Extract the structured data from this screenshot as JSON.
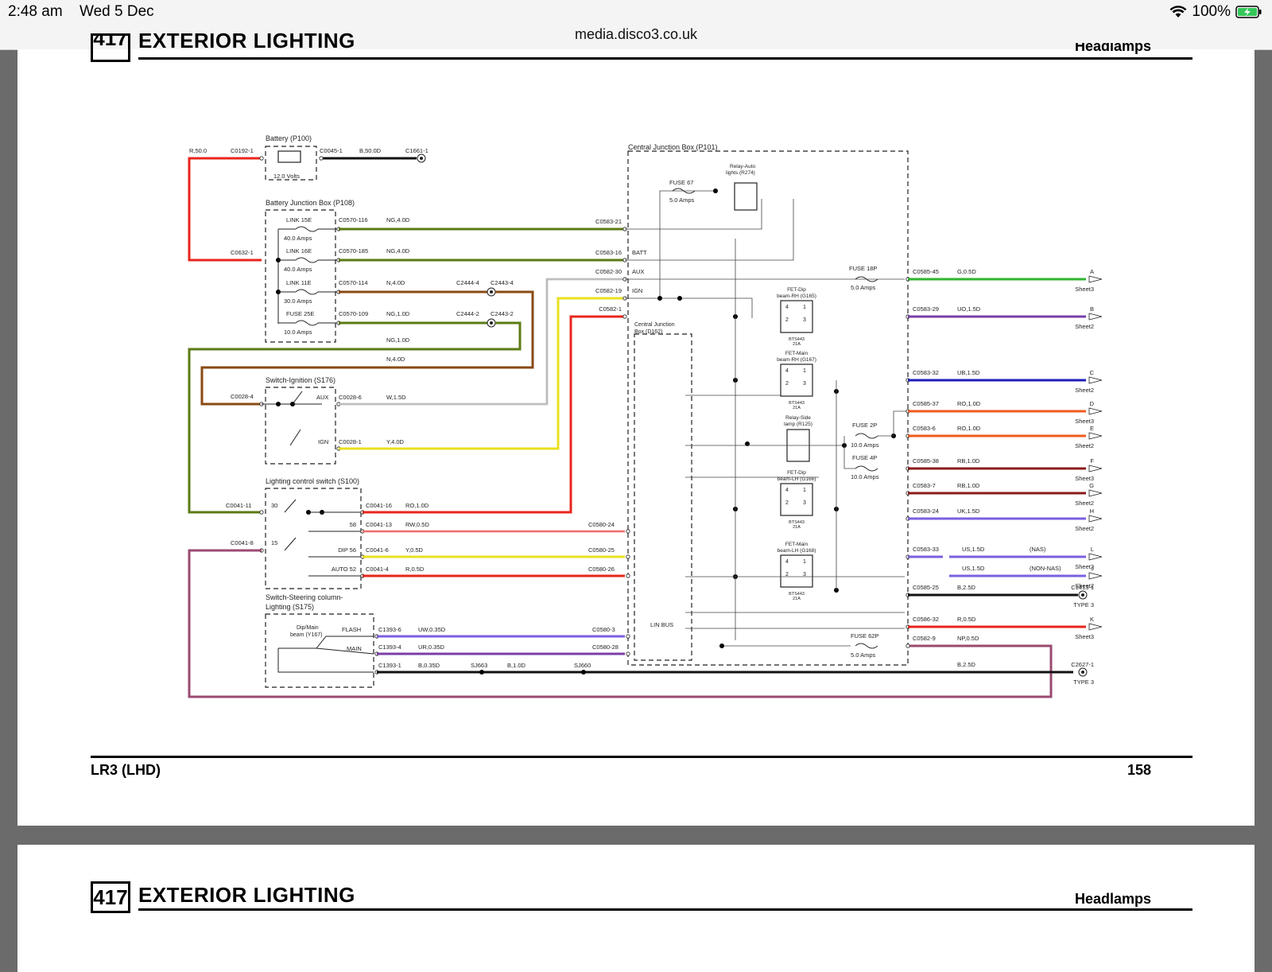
{
  "status": {
    "time": "2:48 am",
    "date": "Wed 5 Dec",
    "battery": "100%"
  },
  "browser": {
    "url": "media.disco3.co.uk"
  },
  "page1": {
    "section_number": "417",
    "section_title": "EXTERIOR LIGHTING",
    "header_right": "Headlamps",
    "footer_left": "LR3 (LHD)",
    "page_number": "158"
  },
  "page2": {
    "section_number": "417",
    "section_title": "EXTERIOR LIGHTING",
    "header_right": "Headlamps"
  },
  "diagram": {
    "battery": {
      "title": "Battery (P100)",
      "volts": "12.0 Volts",
      "wire_left": "R,50.0",
      "conn_left": "C0192-1",
      "conn_right": "C0045-1",
      "wire_right": "B,50.0D",
      "ground": "C1661-1"
    },
    "bjb": {
      "title": "Battery Junction Box (P108)",
      "conn_in": "C0632-1",
      "rows": [
        {
          "fuse": "LINK 15E",
          "amps": "40.0 Amps",
          "conn": "C0570-116",
          "wire": "NG,4.0D"
        },
        {
          "fuse": "LINK 16E",
          "amps": "40.0 Amps",
          "conn": "C0570-185",
          "wire": "NG,4.0D"
        },
        {
          "fuse": "LINK 11E",
          "amps": "30.0 Amps",
          "conn": "C0570-114",
          "wire": "N,4.0D"
        },
        {
          "fuse": "FUSE 25E",
          "amps": "10.0 Amps",
          "conn": "C0570-109",
          "wire": "NG,1.0D"
        }
      ],
      "c2444_4": "C2444-4",
      "c2443_4": "C2443-4",
      "c2444_2": "C2444-2",
      "c2443_2": "C2443-2",
      "loop_wire1": "NG,1.0D",
      "loop_wire2": "N,4.0D"
    },
    "ign": {
      "title": "Switch-Ignition (S176)",
      "conn_in": "C0028-4",
      "aux": "AUX",
      "aux_conn": "C0028-6",
      "aux_wire": "W,1.5D",
      "ign": "IGN",
      "ign_conn": "C0028-1",
      "ign_wire": "Y,4.0D"
    },
    "lcs": {
      "title": "Lighting control switch (S100)",
      "in1": "C0041-11",
      "in2": "C0041-8",
      "pos30": "30",
      "pos15": "15",
      "rows": [
        {
          "label": "",
          "conn": "C0041-16",
          "wire": "RO,1.0D",
          "dest": ""
        },
        {
          "label": "58",
          "conn": "C0041-13",
          "wire": "RW,0.5D",
          "dest": "C0580-24"
        },
        {
          "label": "DIP 56",
          "conn": "C0041-6",
          "wire": "Y,0.5D",
          "dest": "C0580-25"
        },
        {
          "label": "AUTO 52",
          "conn": "C0041-4",
          "wire": "R,0.5D",
          "dest": "C0580-26"
        }
      ]
    },
    "steer": {
      "title1": "Switch-Steering column-",
      "title2": "Lighting (S175)",
      "dip1": "Dip/Main",
      "dip2": "beam (Y167)",
      "flash": "FLASH",
      "main": "MAIN",
      "r1_conn": "C1393-6",
      "r1_wire": "UW,0.35D",
      "r1_dest": "C0580-3",
      "r2_conn": "C1393-4",
      "r2_wire": "UR,0.35D",
      "r2_dest": "C0580-28",
      "r3_conn": "C1393-1",
      "r3_wire": "B,0.35D",
      "sj663": "SJ663",
      "mid_wire": "B,1.0D",
      "sj660": "SJ660"
    },
    "cjb": {
      "title": "Central Junction Box (P101)",
      "inner1": "Central Junction",
      "inner2": "Box (D162)",
      "lin": "LIN BUS",
      "fuse67": "FUSE 67",
      "fuse67_amps": "5.0 Amps",
      "relay_auto1": "Relay-Auto",
      "relay_auto2": "lights (R274)",
      "in_conns": [
        {
          "conn": "C0583-21",
          "label": ""
        },
        {
          "conn": "C0583-16",
          "label": "BATT"
        },
        {
          "conn": "C0582-30",
          "label": "AUX"
        },
        {
          "conn": "C0582-19",
          "label": "IGN"
        },
        {
          "conn": "C0582-1",
          "label": ""
        }
      ],
      "fet_dip_rh": [
        "FET-Dip",
        "beam-RH (G165)"
      ],
      "fet_main_rh": [
        "FET-Main",
        "beam-RH (G167)"
      ],
      "fet_dip_lh": [
        "FET-Dip",
        "beam-LH (G166)"
      ],
      "fet_main_lh": [
        "FET-Main",
        "beam-LH (G168)"
      ],
      "bts1": "BTS443",
      "bts2": "21A",
      "relay_side1": "Relay-Side",
      "relay_side2": "lamp (R125)",
      "fuse18p": "FUSE 18P",
      "fuse18p_amps": "5.0 Amps",
      "fuse2p": "FUSE 2P",
      "fuse2p_amps": "10.0 Amps",
      "fuse4p": "FUSE 4P",
      "fuse4p_amps": "10.0 Amps",
      "fuse62p": "FUSE 62P",
      "fuse62p_amps": "5.0 Amps"
    },
    "outputs": [
      {
        "conn": "C0585-45",
        "wire": "G,0.5D",
        "letter": "A",
        "sheet": "Sheet3"
      },
      {
        "conn": "C0583-29",
        "wire": "UO,1.5D",
        "letter": "B",
        "sheet": "Sheet2"
      },
      {
        "conn": "C0583-32",
        "wire": "UB,1.5D",
        "letter": "C",
        "sheet": "Sheet2"
      },
      {
        "conn": "C0585-37",
        "wire": "RO,1.0D",
        "letter": "D",
        "sheet": "Sheet3"
      },
      {
        "conn": "C0583-6",
        "wire": "RO,1.0D",
        "letter": "E",
        "sheet": "Sheet2"
      },
      {
        "conn": "C0585-38",
        "wire": "RB,1.0D",
        "letter": "F",
        "sheet": "Sheet3"
      },
      {
        "conn": "C0583-7",
        "wire": "RB,1.0D",
        "letter": "G",
        "sheet": "Sheet2"
      },
      {
        "conn": "C0583-24",
        "wire": "UK,1.5D",
        "letter": "H",
        "sheet": "Sheet2"
      },
      {
        "conn": "C0583-33",
        "wire": "US,1.5D",
        "note": "(NAS)",
        "letter": "L",
        "sheet": "Sheet2"
      },
      {
        "conn": "",
        "wire": "US,1.5D",
        "note": "(NON-NAS)",
        "letter": "J",
        "sheet": "Sheet2"
      },
      {
        "conn": "C0585-25",
        "wire": "B,2.5D",
        "letter": "C1413-1",
        "sheet": "TYPE 3"
      },
      {
        "conn": "C0586-32",
        "wire": "R,0.5D",
        "letter": "K",
        "sheet": "Sheet3"
      },
      {
        "conn": "C0582-9",
        "wire": "NP,0.5D",
        "letter": "",
        "sheet": ""
      },
      {
        "conn": "",
        "wire": "B,2.5D",
        "letter": "C2627-1",
        "sheet": "TYPE 3"
      }
    ],
    "fet_pins": {
      "p4": "4",
      "p1": "1",
      "p2": "2",
      "p3": "3"
    },
    "colors": {
      "red": "#e8261c",
      "olive": "#5c7a14",
      "brown": "#8a4a12",
      "yellow": "#e8e020",
      "green": "#2fb52f",
      "purple": "#7a3fa8",
      "blue": "#1d1dba",
      "orange": "#f05a1e",
      "maroon": "#8c1a1a",
      "violet": "#7b5fe0",
      "mauve": "#9a4a70"
    }
  }
}
